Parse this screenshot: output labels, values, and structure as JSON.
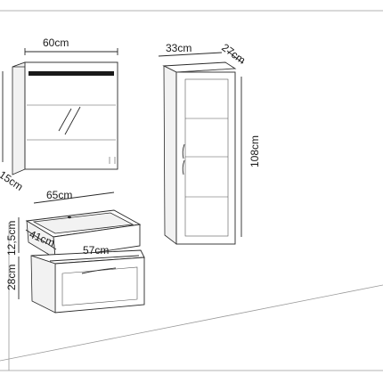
{
  "dimensions": {
    "mirror_width": "60cm",
    "mirror_depth": "15cm",
    "basin_width": "65cm",
    "basin_depth": "41cm",
    "basin_height": "12,5cm",
    "cabinet_width": "57cm",
    "cabinet_height": "28cm",
    "tall_width": "33cm",
    "tall_depth": "27cm",
    "tall_height": "108cm"
  },
  "colors": {
    "line": "#2a2a2a",
    "wall": "#9a9a9a",
    "light_strip": "#1a1a1a"
  },
  "icons": {
    "glass": "mirror-glass-icon",
    "handle": "handle-icon"
  }
}
